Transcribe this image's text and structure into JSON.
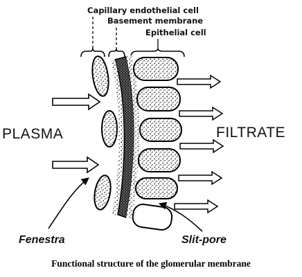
{
  "labels": {
    "capillary_endothelial_cell": "Capillary endothelial cell",
    "basement_membrane": "Basement membrane",
    "epithelial_cell": "Epithelial cell",
    "plasma": "PLASMA",
    "filtrate": "FILTRATE",
    "fenestra": "Fenestra",
    "slit_pore": "Slit-pore"
  },
  "caption": "Functional structure of the glomerular membrane"
}
